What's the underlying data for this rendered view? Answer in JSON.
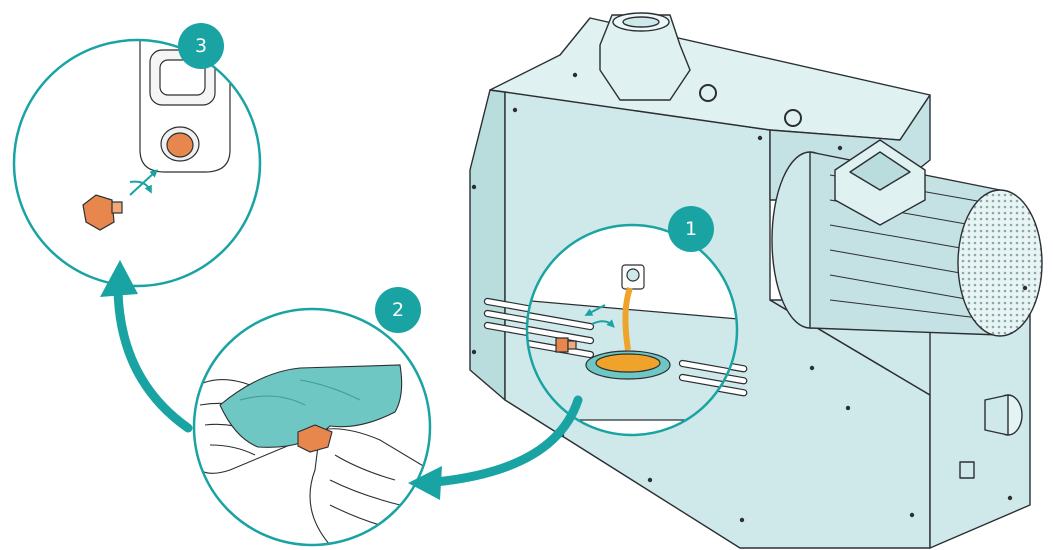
{
  "steps": [
    {
      "number": "1",
      "action": "drain-oil"
    },
    {
      "number": "2",
      "action": "clean-plug"
    },
    {
      "number": "3",
      "action": "reinsert-plug"
    }
  ],
  "colors": {
    "accent": "#1aa3a3",
    "pump_body": "#cfe9ea",
    "pump_body_dark": "#b9dcdd",
    "outline": "#2b2f33",
    "oil": "#f0a32a",
    "plug": "#e8874d",
    "cloth": "#6fc7c4"
  },
  "icons": [
    "vacuum-pump-icon",
    "oil-drain-icon",
    "cloth-icon",
    "drain-plug-icon",
    "rotate-arrow-icon"
  ]
}
